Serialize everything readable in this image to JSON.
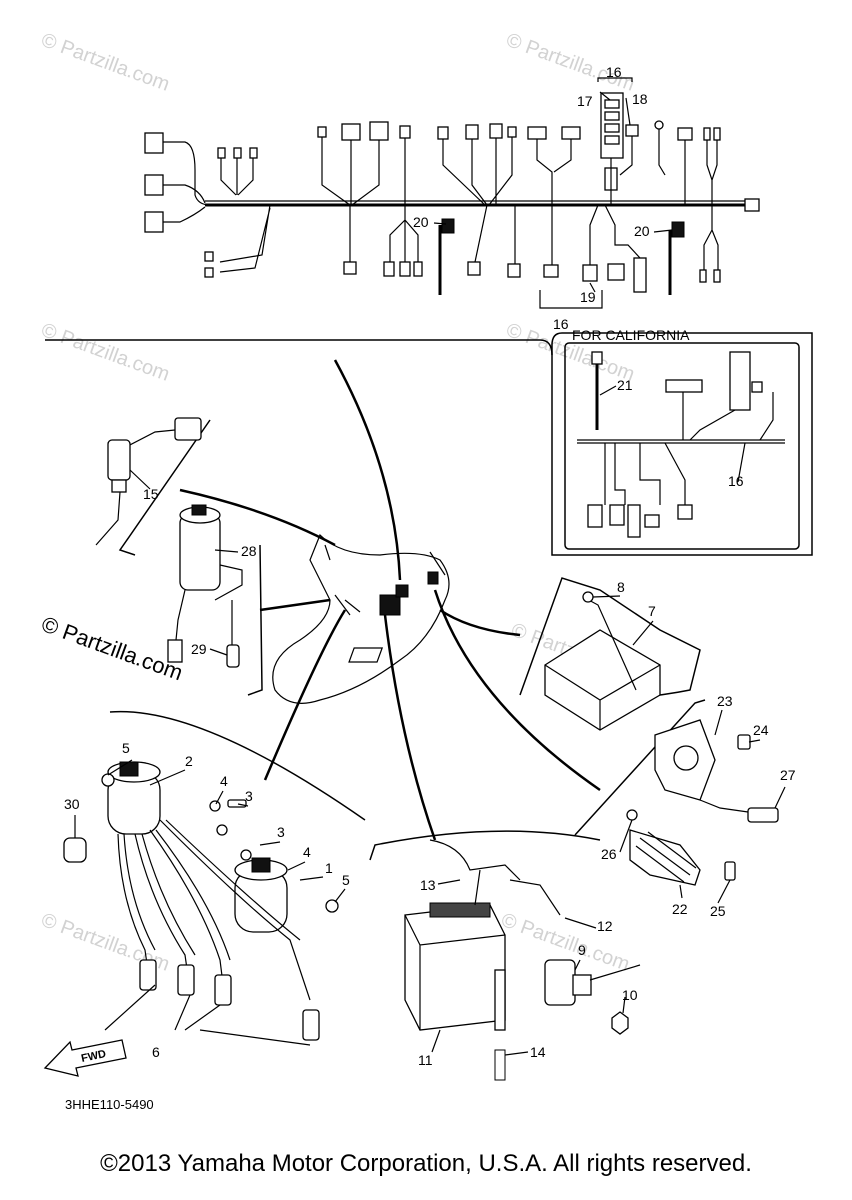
{
  "diagram_code": "3HHE110-5490",
  "inset_title": "FOR CALIFORNIA",
  "copyright": "©2013 Yamaha Motor Corporation, U.S.A. All rights reserved.",
  "watermark": "© Partzilla.com",
  "callouts": {
    "c1": "1",
    "c2": "2",
    "c3a": "3",
    "c3b": "3",
    "c4a": "4",
    "c4b": "4",
    "c5a": "5",
    "c5b": "5",
    "c6": "6",
    "c7": "7",
    "c8": "8",
    "c9": "9",
    "c10": "10",
    "c11": "11",
    "c12": "12",
    "c13": "13",
    "c14": "14",
    "c15": "15",
    "c16a": "16",
    "c16b": "16",
    "c16c": "16",
    "c17": "17",
    "c18": "18",
    "c19": "19",
    "c20a": "20",
    "c20b": "20",
    "c21": "21",
    "c22": "22",
    "c23": "23",
    "c24": "24",
    "c25": "25",
    "c26": "26",
    "c27": "27",
    "c28": "28",
    "c29": "29",
    "c30": "30"
  },
  "fwd_label": "FWD"
}
